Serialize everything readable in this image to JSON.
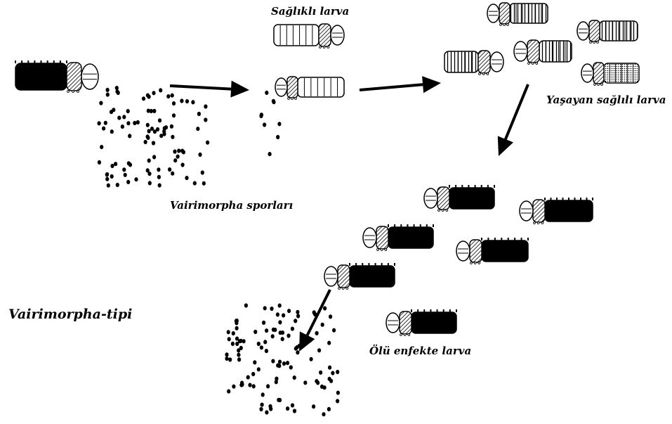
{
  "labels": {
    "healthy_larva": "Sağlıklı larva",
    "surviving_larva": "Yaşayan sağlılı larva",
    "spores": "Vairimorpha  sporları",
    "type_title": "Vairimorpha-tipi",
    "dead_infected_larva": "Ölü enfekte larva"
  },
  "colors": {
    "ink": "#000000",
    "background": "#ffffff"
  },
  "icons": [
    "larva-icon",
    "spore-dot",
    "arrow-icon"
  ]
}
